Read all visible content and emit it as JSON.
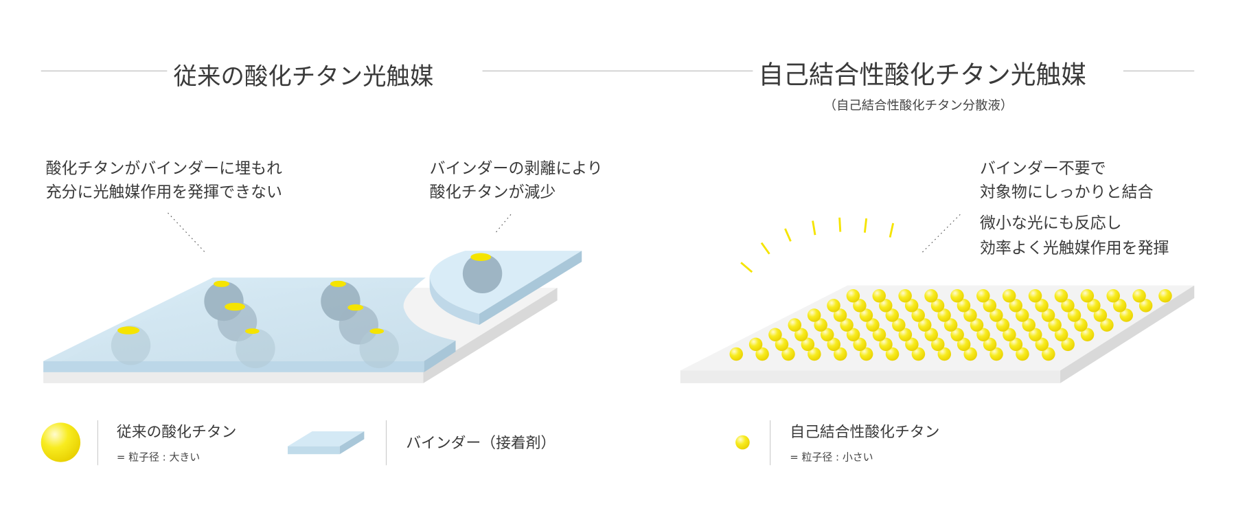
{
  "left": {
    "title": "従来の酸化チタン光触媒",
    "note1": [
      "酸化チタンがバインダーに埋もれ",
      "充分に光触媒作用を発揮できない"
    ],
    "note2": [
      "バインダーの剥離により",
      "酸化チタンが減少"
    ]
  },
  "right": {
    "title": "自己結合性酸化チタン光触媒",
    "subtitle": "（自己結合性酸化チタン分散液）",
    "note1": [
      "バインダー不要で",
      "対象物にしっかりと結合"
    ],
    "note2": [
      "微小な光にも反応し",
      "効率よく光触媒作用を発揮"
    ]
  },
  "legend": {
    "conventional": {
      "label": "従来の酸化チタン",
      "sub": "= 粒子径 : 大きい"
    },
    "binder": {
      "label": "バインダー（接着剤）"
    },
    "selfbinding": {
      "label": "自己結合性酸化チタン",
      "sub": "= 粒子径 : 小さい"
    }
  },
  "colors": {
    "yellow": "#f5e400",
    "binder": "#cfe6f3",
    "line": "#cccccc"
  }
}
